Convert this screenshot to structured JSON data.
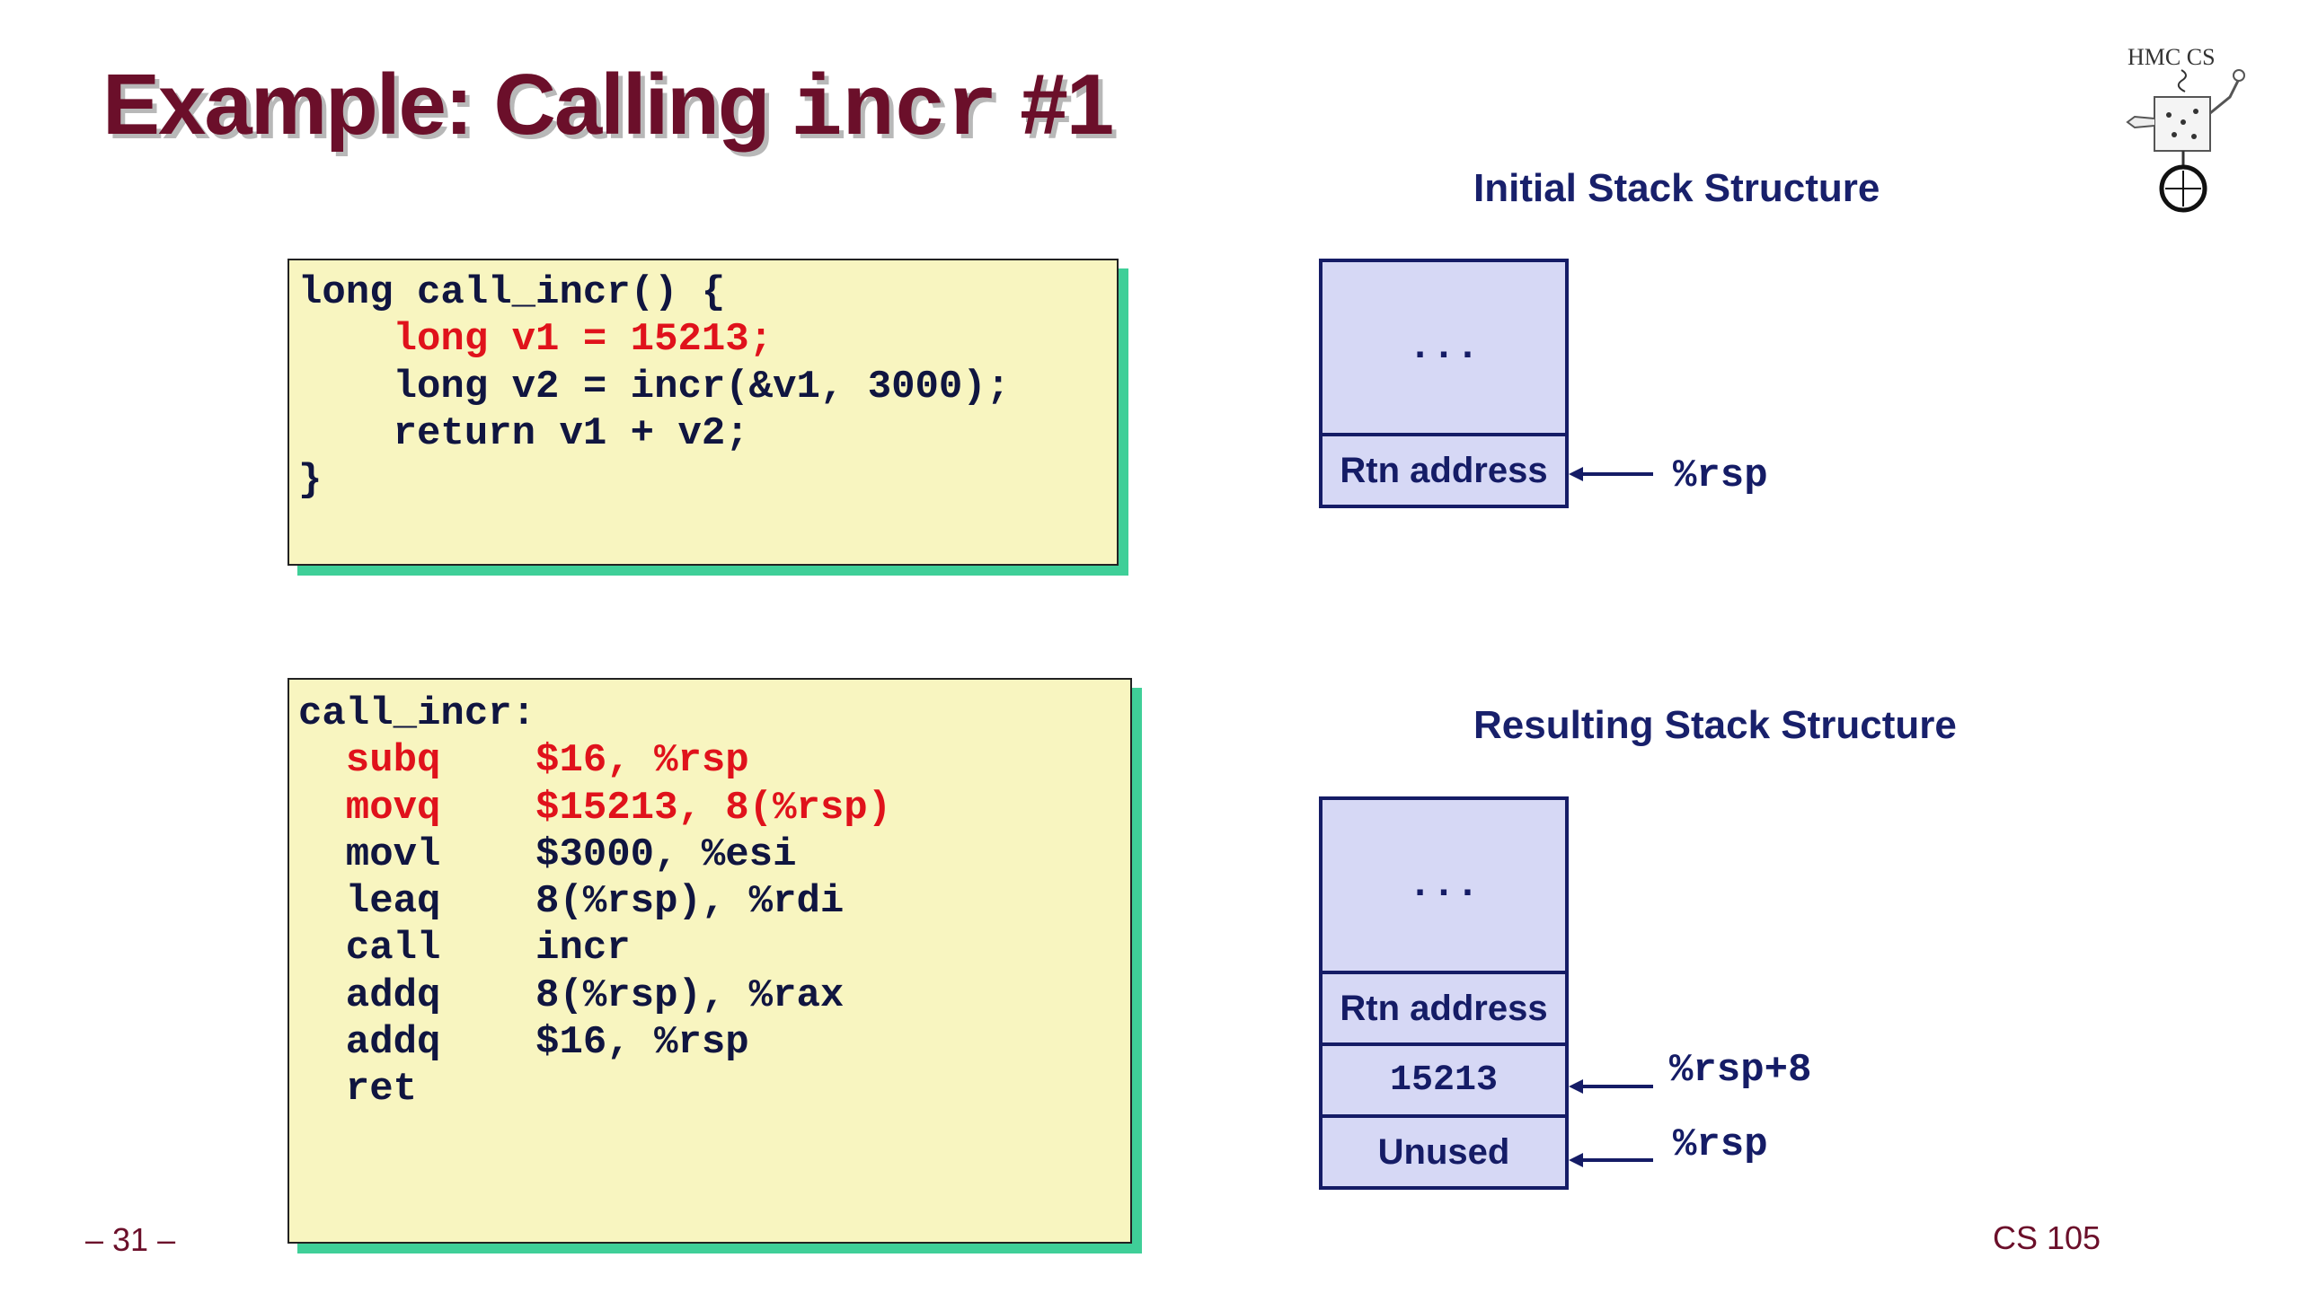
{
  "slide": {
    "title_prefix": "Example: Calling ",
    "title_code": "incr",
    "title_suffix": " #1",
    "page_number": "– 31 –",
    "course": "CS 105",
    "logo_text": "HMC CS"
  },
  "c_code": {
    "lines": [
      "long call_incr() {",
      "    long v1 = 15213;",
      "    long v2 = incr(&v1, 3000);",
      "    return v1 + v2;",
      "}"
    ],
    "highlighted_line_index": 1
  },
  "asm_code": {
    "lines": [
      "call_incr:",
      "  subq    $16, %rsp",
      "  movq    $15213, 8(%rsp)",
      "  movl    $3000, %esi",
      "  leaq    8(%rsp), %rdi",
      "  call    incr",
      "  addq    8(%rsp), %rax",
      "  addq    $16, %rsp",
      "  ret"
    ],
    "highlighted_line_indices": [
      1,
      2
    ]
  },
  "initial_stack": {
    "heading": "Initial Stack Structure",
    "cells": [
      "...",
      "Rtn address"
    ],
    "pointers": [
      {
        "label": "%rsp",
        "cell": "Rtn address"
      }
    ]
  },
  "resulting_stack": {
    "heading": "Resulting Stack Structure",
    "cells": [
      "...",
      "Rtn address",
      "15213",
      "Unused"
    ],
    "pointers": [
      {
        "label": "%rsp+8",
        "cell": "15213"
      },
      {
        "label": "%rsp",
        "cell": "Unused"
      }
    ]
  },
  "colors": {
    "title": "#6b0f2a",
    "code_text": "#101540",
    "code_highlight": "#e0121b",
    "code_box_bg": "#f8f5c0",
    "code_box_shadow": "#3fcf98",
    "stack_fill": "#d6d8f5",
    "stack_border": "#151c66"
  }
}
